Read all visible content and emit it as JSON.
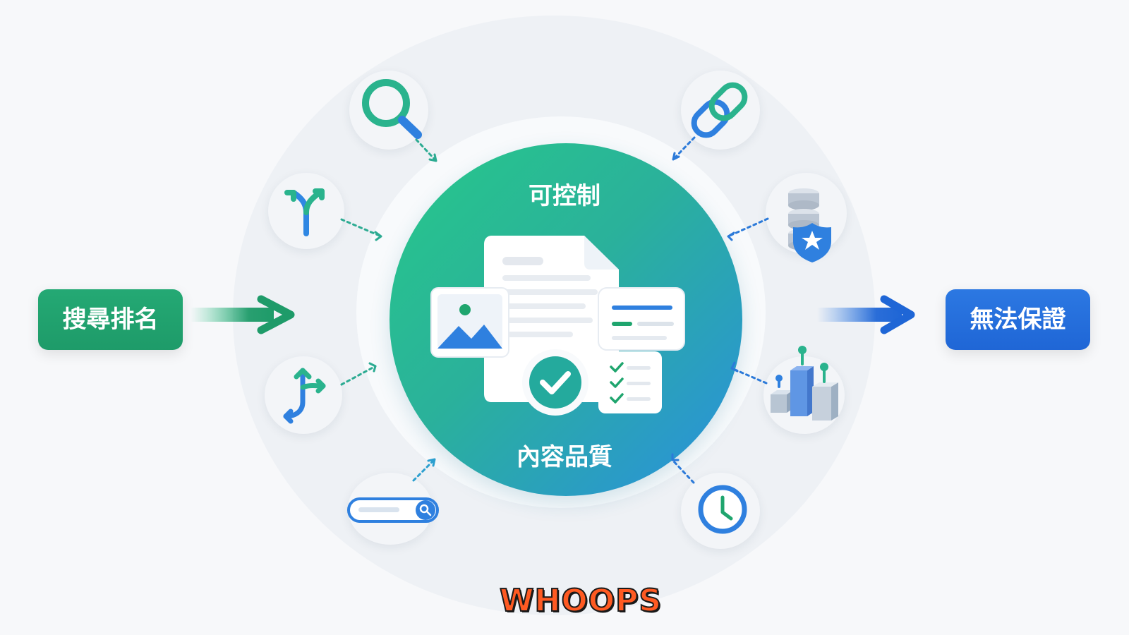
{
  "diagram": {
    "left_label": "搜尋排名",
    "right_label": "無法保證",
    "core_top_label": "可控制",
    "core_bottom_label": "內容品質",
    "watermark_text": "WHOOPS"
  },
  "colors": {
    "green": "#1e9b69",
    "blue": "#1f66d6",
    "teal": "#2ab19b",
    "outer_ring": "#eef1f5"
  },
  "icons": {
    "left_top": "magnifier-icon",
    "left_mid_upper": "branch-arrows-icon",
    "left_mid_lower": "crossroads-arrows-icon",
    "left_bottom": "search-bar-icon",
    "right_top": "link-icon",
    "right_mid_upper": "database-shield-icon",
    "right_mid_lower": "bar-chart-3d-icon",
    "right_bottom": "clock-icon",
    "center_doc": "document-checklist-icon"
  }
}
